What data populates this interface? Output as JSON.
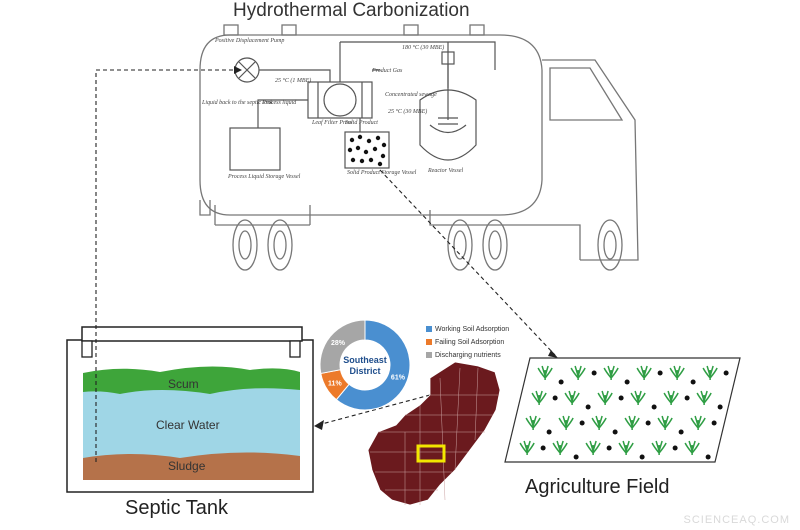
{
  "title": "Hydrothermal Carbonization",
  "septic": {
    "title": "Septic Tank",
    "layers": [
      "Scum",
      "Clear Water",
      "Sludge"
    ]
  },
  "field": {
    "title": "Agriculture Field"
  },
  "truck": {
    "labels": {
      "pump": "Positive Displacement Pump",
      "pump_cond": "25 °C (1 MBE)",
      "liquid_back": "Liquid back to the septic tank",
      "process_liquid": "Process liquid",
      "process_gas": "Product Gas",
      "reactor_cond": "180 °C (30 MBE)",
      "concentrated": "Concentrated sewage",
      "concentrated_cond": "25 °C (30 MBE)",
      "filter": "Leaf Filter Press",
      "solid_product": "Solid Product",
      "liquid_storage": "Process Liquid Storage Vessel",
      "solid_storage": "Solid Product Storage Vessel",
      "reactor": "Reactor Vessel"
    }
  },
  "district": {
    "name": "Southeast District",
    "colors": {
      "map": "#6b1a1e",
      "highlight": "#f2e600"
    }
  },
  "chart_data": {
    "type": "pie",
    "title": "Southeast District",
    "categories": [
      "Working Soil Adsorption",
      "Failing Soil Adsorption",
      "Discharging nutrients"
    ],
    "values": [
      61,
      11,
      28
    ],
    "value_labels": [
      "61%",
      "11%",
      "28%"
    ],
    "colors": [
      "#4a8fd0",
      "#ec7a2a",
      "#a6a6a6"
    ],
    "legend_position": "right"
  },
  "watermark": "SCIENCEAQ.COM"
}
